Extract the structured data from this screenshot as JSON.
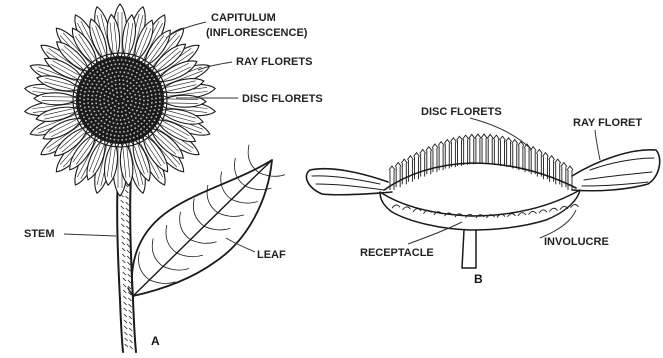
{
  "labels": {
    "capitulum_line1": "CAPITULUM",
    "capitulum_line2": "(INFLORESCENCE)",
    "ray_florets_a": "RAY FLORETS",
    "disc_florets_a": "DISC FLORETS",
    "stem": "STEM",
    "leaf": "LEAF",
    "disc_florets_b": "DISC FLORETS",
    "ray_floret_b": "RAY FLORET",
    "receptacle": "RECEPTACLE",
    "involucre": "INVOLUCRE"
  },
  "panels": {
    "a": "A",
    "b": "B"
  },
  "colors": {
    "ink": "#1a1a1a",
    "background": "#ffffff"
  }
}
